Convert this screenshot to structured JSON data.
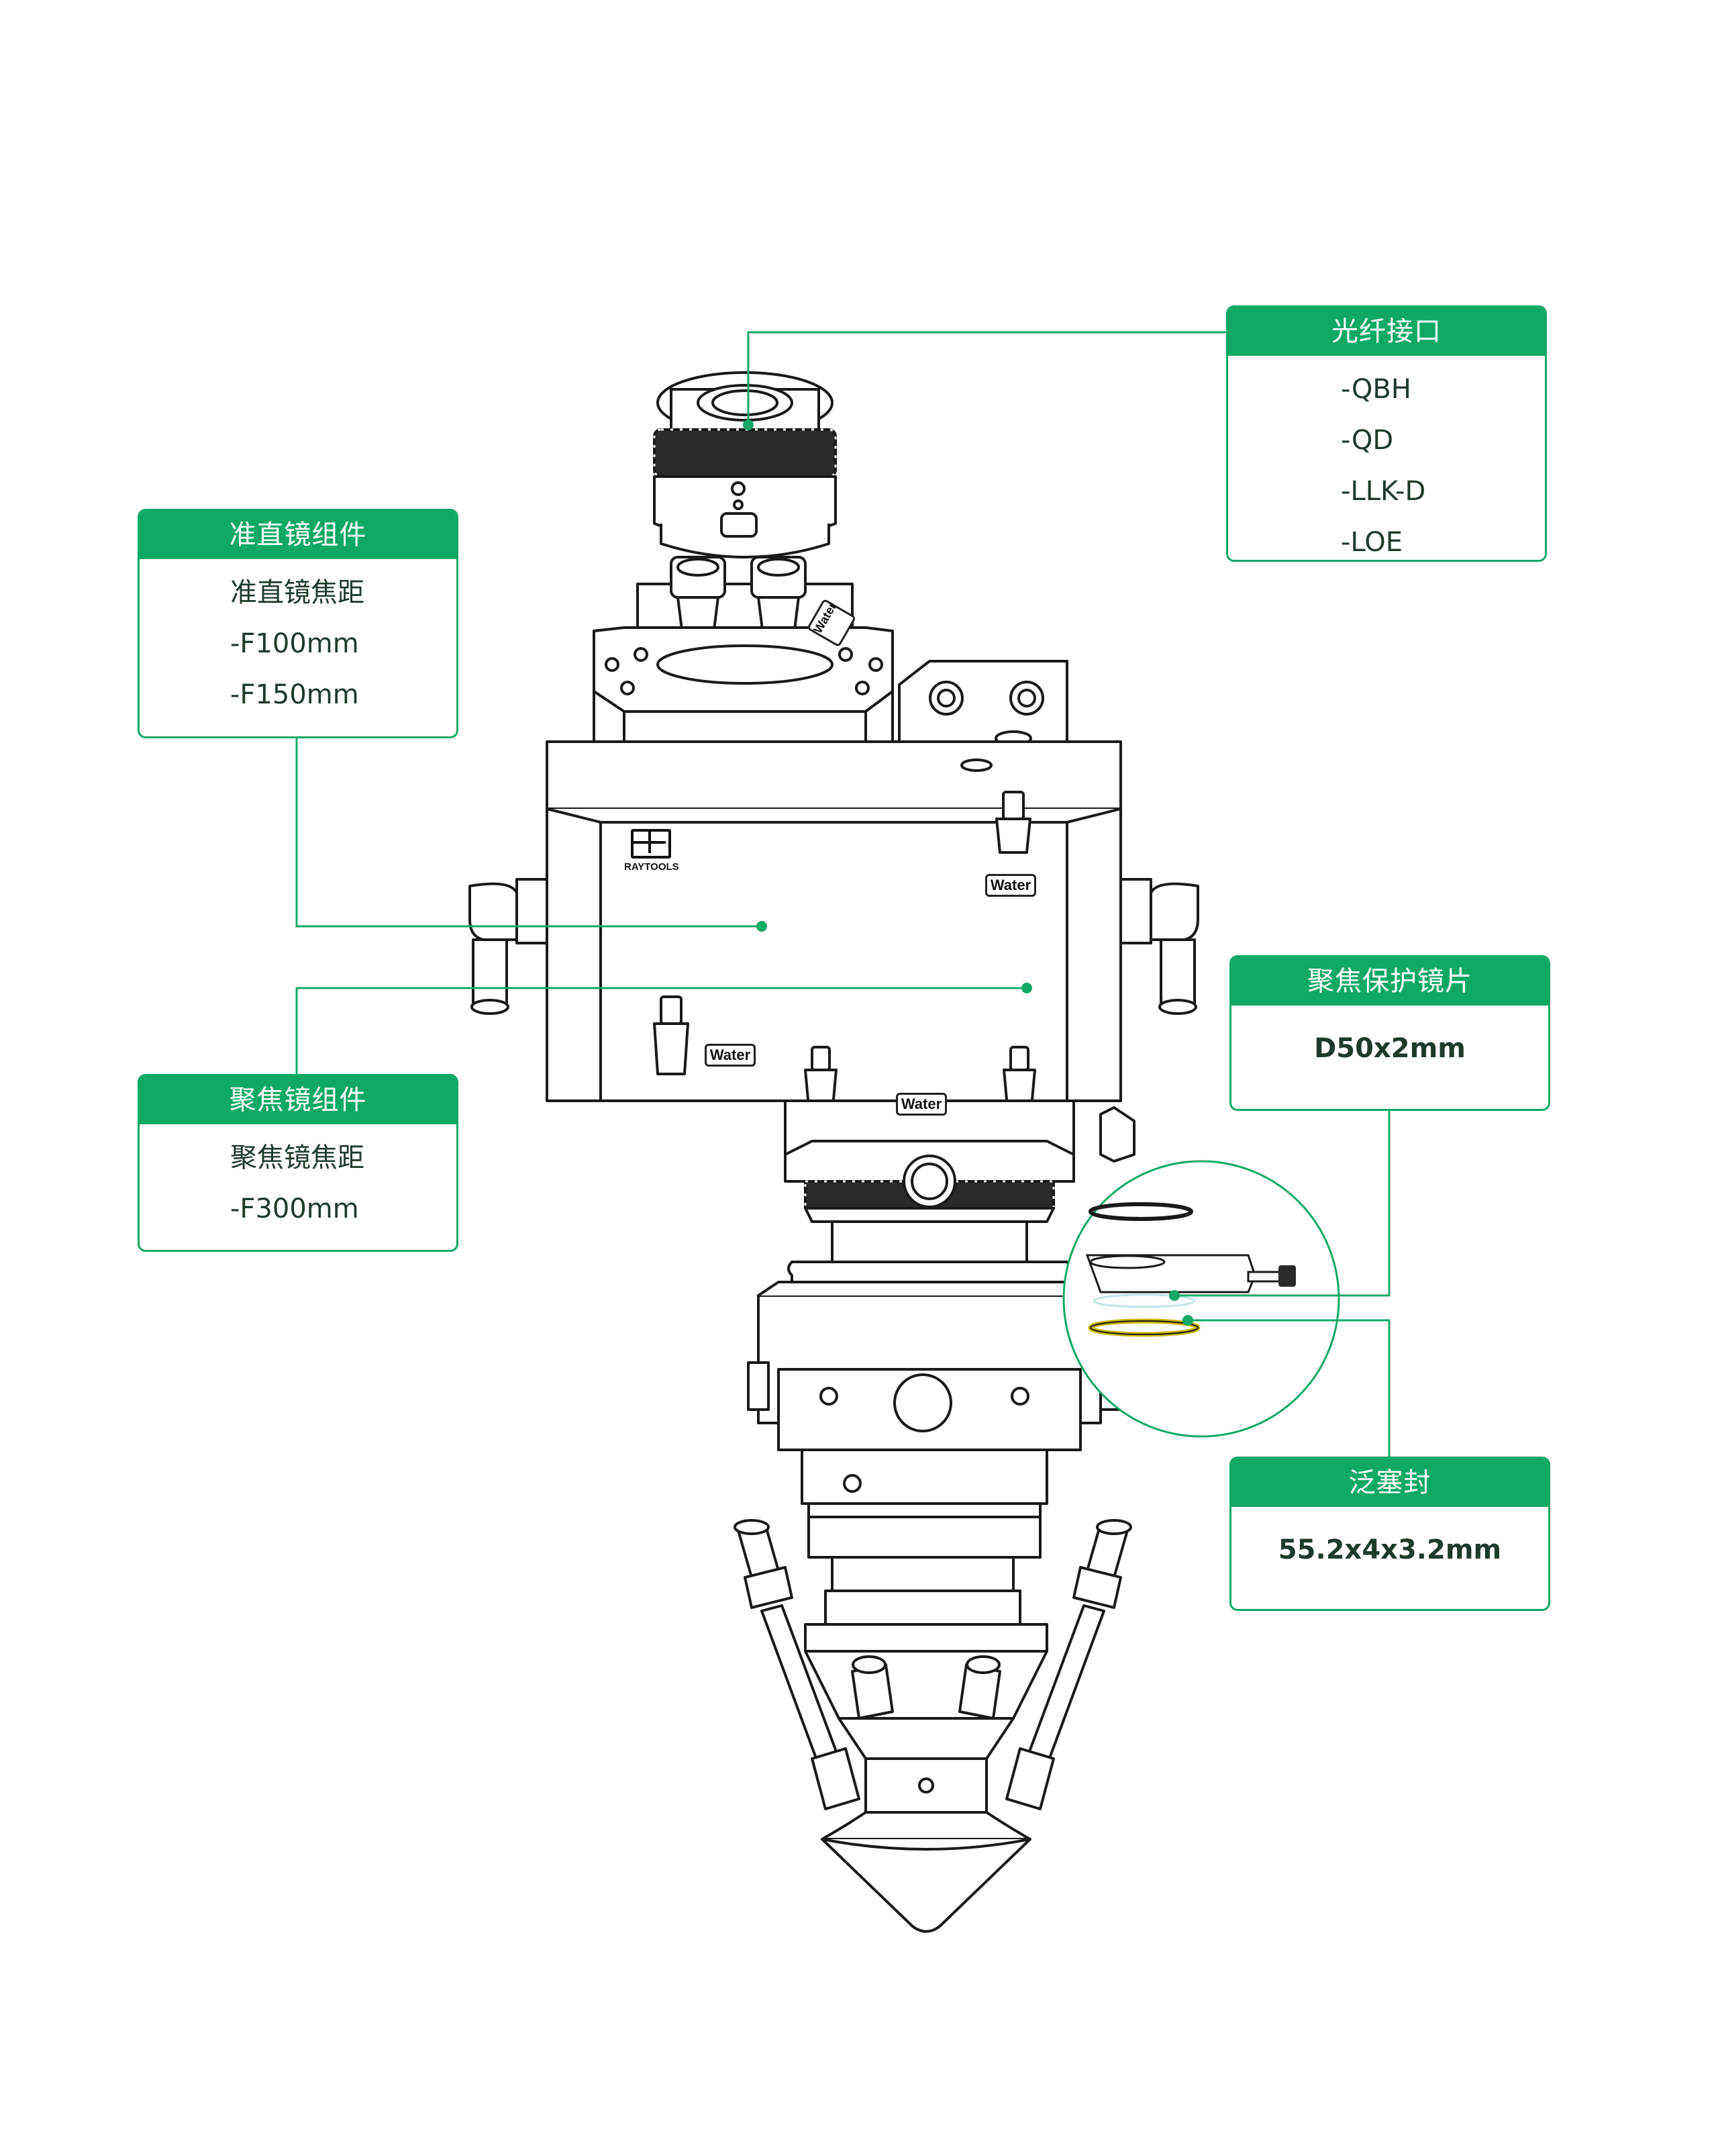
{
  "callouts": {
    "fiber_interface": {
      "title": "光纤接口",
      "items": [
        "-QBH",
        "-QD",
        "-LLK-D",
        "-LOE"
      ]
    },
    "collimator_assembly": {
      "title": "准直镜组件",
      "items": [
        "准直镜焦距",
        "-F100mm",
        "-F150mm"
      ]
    },
    "focusing_assembly": {
      "title": "聚焦镜组件",
      "items": [
        "聚焦镜焦距",
        "-F300mm"
      ]
    },
    "protective_window": {
      "title": "聚焦保护镜片",
      "items": [
        "D50x2mm"
      ]
    },
    "pan_seal": {
      "title": "泛塞封",
      "items": [
        "55.2x4x3.2mm"
      ]
    }
  },
  "head_labels": {
    "water": "Water",
    "brand": "RAYTOOLS"
  },
  "colors": {
    "accent": "#10a865",
    "text": "#1f3a2b",
    "line_art": "#1a1a1a",
    "seal_ring": "#c8b400"
  }
}
